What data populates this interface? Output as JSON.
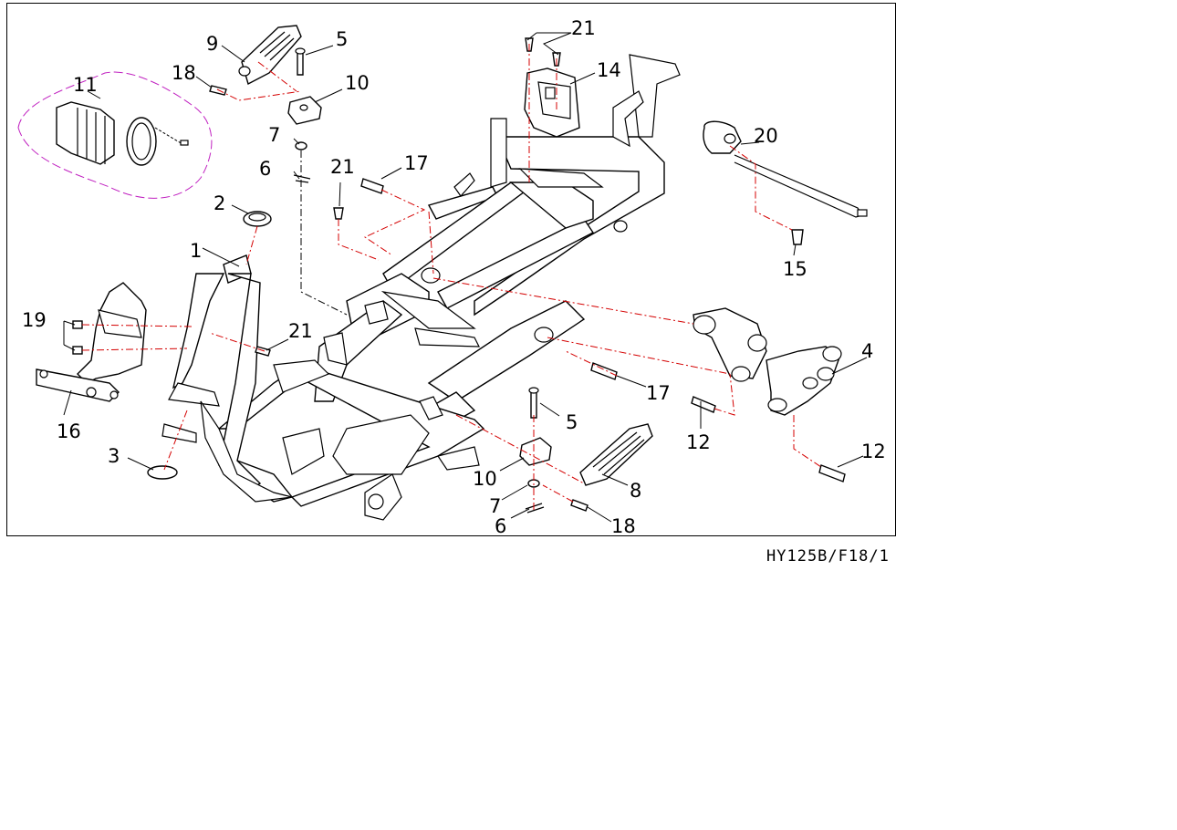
{
  "diagram": {
    "reference_code": "HY125B/F18/1",
    "colors": {
      "frame": "#000000",
      "assembly_line": "#d40000",
      "optional_group": "#c020c0"
    },
    "callouts": [
      {
        "id": "c1",
        "text": "1"
      },
      {
        "id": "c2",
        "text": "2"
      },
      {
        "id": "c3",
        "text": "3"
      },
      {
        "id": "c4",
        "text": "4"
      },
      {
        "id": "c5a",
        "text": "5"
      },
      {
        "id": "c5b",
        "text": "5"
      },
      {
        "id": "c6a",
        "text": "6"
      },
      {
        "id": "c6b",
        "text": "6"
      },
      {
        "id": "c7a",
        "text": "7"
      },
      {
        "id": "c7b",
        "text": "7"
      },
      {
        "id": "c8",
        "text": "8"
      },
      {
        "id": "c9",
        "text": "9"
      },
      {
        "id": "c10a",
        "text": "10"
      },
      {
        "id": "c10b",
        "text": "10"
      },
      {
        "id": "c11",
        "text": "11"
      },
      {
        "id": "c12a",
        "text": "12"
      },
      {
        "id": "c12b",
        "text": "12"
      },
      {
        "id": "c14",
        "text": "14"
      },
      {
        "id": "c15",
        "text": "15"
      },
      {
        "id": "c16",
        "text": "16"
      },
      {
        "id": "c17a",
        "text": "17"
      },
      {
        "id": "c17b",
        "text": "17"
      },
      {
        "id": "c18a",
        "text": "18"
      },
      {
        "id": "c18b",
        "text": "18"
      },
      {
        "id": "c19",
        "text": "19"
      },
      {
        "id": "c20",
        "text": "20"
      },
      {
        "id": "c21a",
        "text": "21"
      },
      {
        "id": "c21b",
        "text": "21"
      },
      {
        "id": "c21c",
        "text": "21"
      }
    ]
  }
}
